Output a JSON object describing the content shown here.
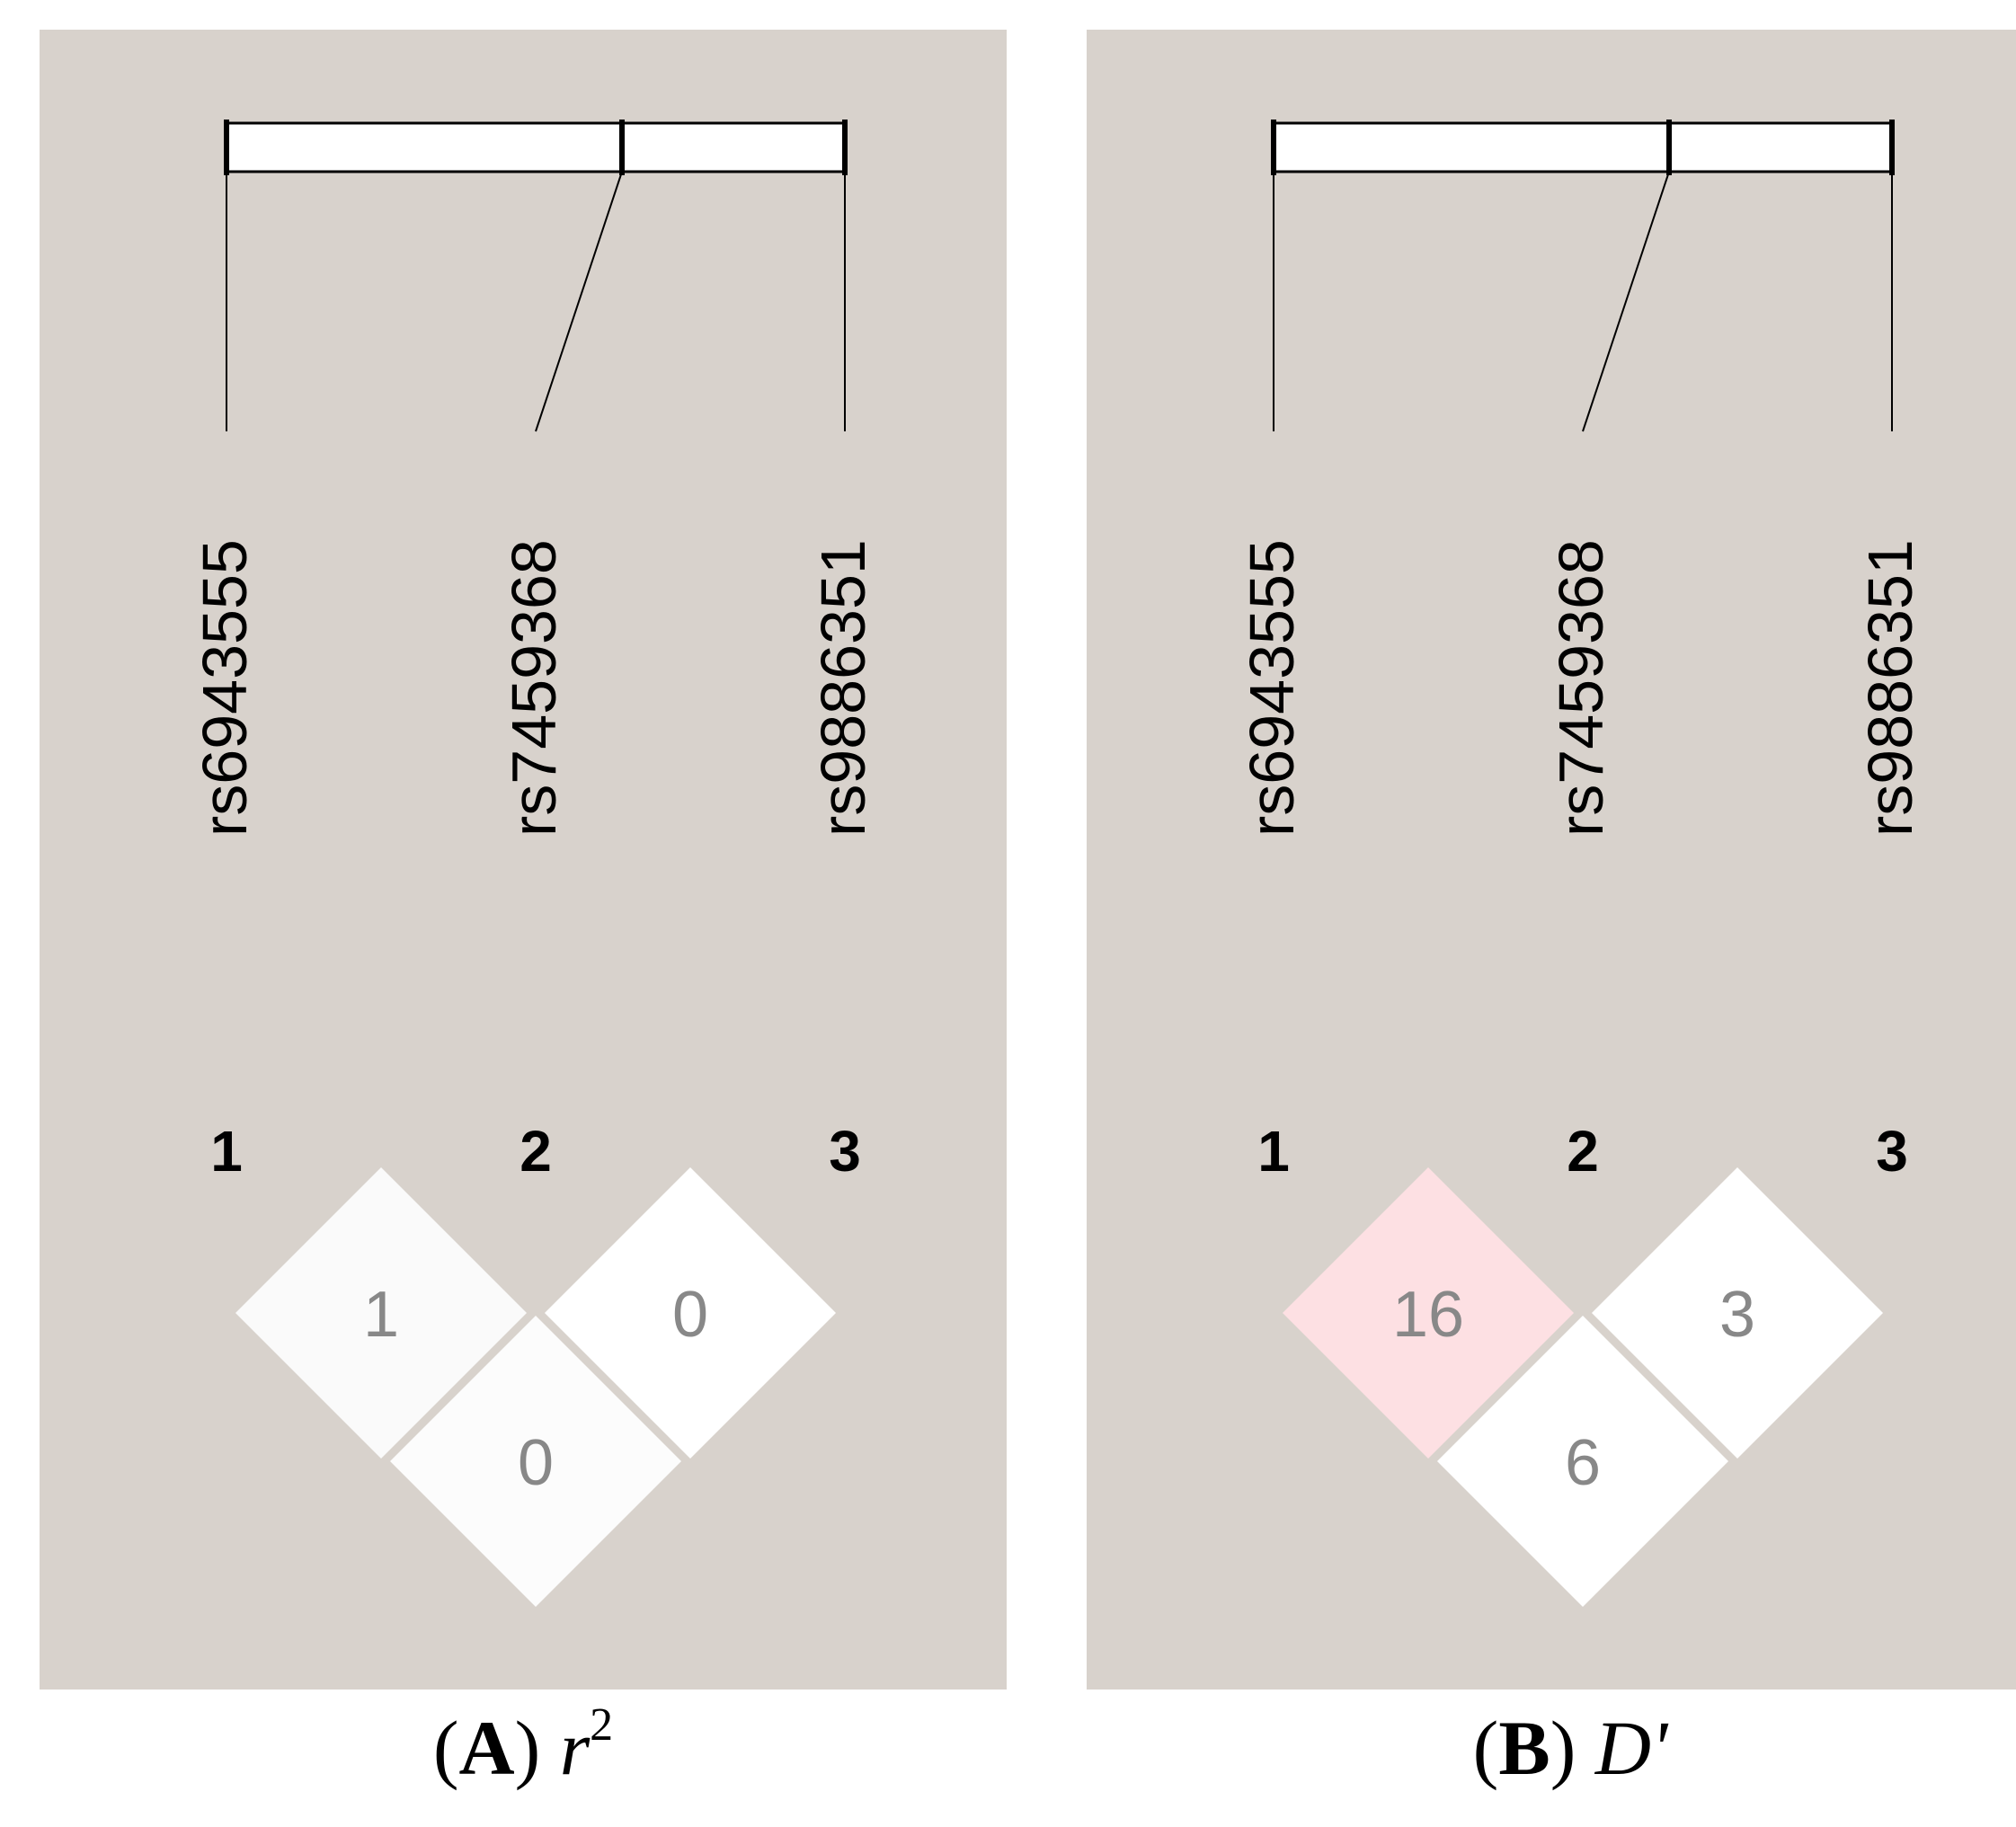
{
  "panels": [
    {
      "id": "a",
      "snps": [
        "rs6943555",
        "rs7459368",
        "rs9886351"
      ],
      "marker_numbers": [
        "1",
        "2",
        "3"
      ],
      "cells": [
        {
          "pair": [
            1,
            2
          ],
          "value": "1",
          "color": "#fafafa"
        },
        {
          "pair": [
            2,
            3
          ],
          "value": "0",
          "color": "#ffffff"
        },
        {
          "pair": [
            1,
            3
          ],
          "value": "0",
          "color": "#fcfcfc"
        }
      ],
      "caption": {
        "letter": "A",
        "variable": "r",
        "superscript": "2"
      }
    },
    {
      "id": "b",
      "snps": [
        "rs6943555",
        "rs7459368",
        "rs9886351"
      ],
      "marker_numbers": [
        "1",
        "2",
        "3"
      ],
      "cells": [
        {
          "pair": [
            1,
            2
          ],
          "value": "16",
          "color": "#fde0e3"
        },
        {
          "pair": [
            2,
            3
          ],
          "value": "3",
          "color": "#ffffff"
        },
        {
          "pair": [
            1,
            3
          ],
          "value": "6",
          "color": "#ffffff"
        }
      ],
      "caption": {
        "letter": "B",
        "variable": "D'",
        "superscript": ""
      }
    }
  ],
  "colors": {
    "panel_background": "#d8d2cc",
    "value_text": "#888888",
    "label_text": "#000000"
  }
}
